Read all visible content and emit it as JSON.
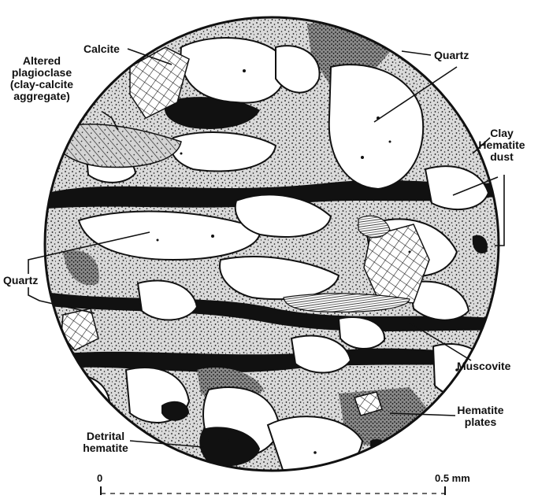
{
  "labels": {
    "calcite": "Calcite",
    "altered_plagioclase": [
      "Altered",
      "plagioclase",
      "(clay-calcite",
      "aggregate)"
    ],
    "quartz_top": "Quartz",
    "clay_hematite_dust": [
      "Clay",
      "Hematite",
      "dust"
    ],
    "quartz_left": "Quartz",
    "muscovite": "Muscovite",
    "hematite_plates": [
      "Hematite",
      "plates"
    ],
    "detrital_hematite": [
      "Detrital",
      "hematite"
    ]
  },
  "scale_bar": {
    "start_label": "0",
    "end_label": "0.5 mm"
  },
  "colors": {
    "ink": "#111111",
    "background": "#ffffff",
    "grain": "#ffffff"
  }
}
